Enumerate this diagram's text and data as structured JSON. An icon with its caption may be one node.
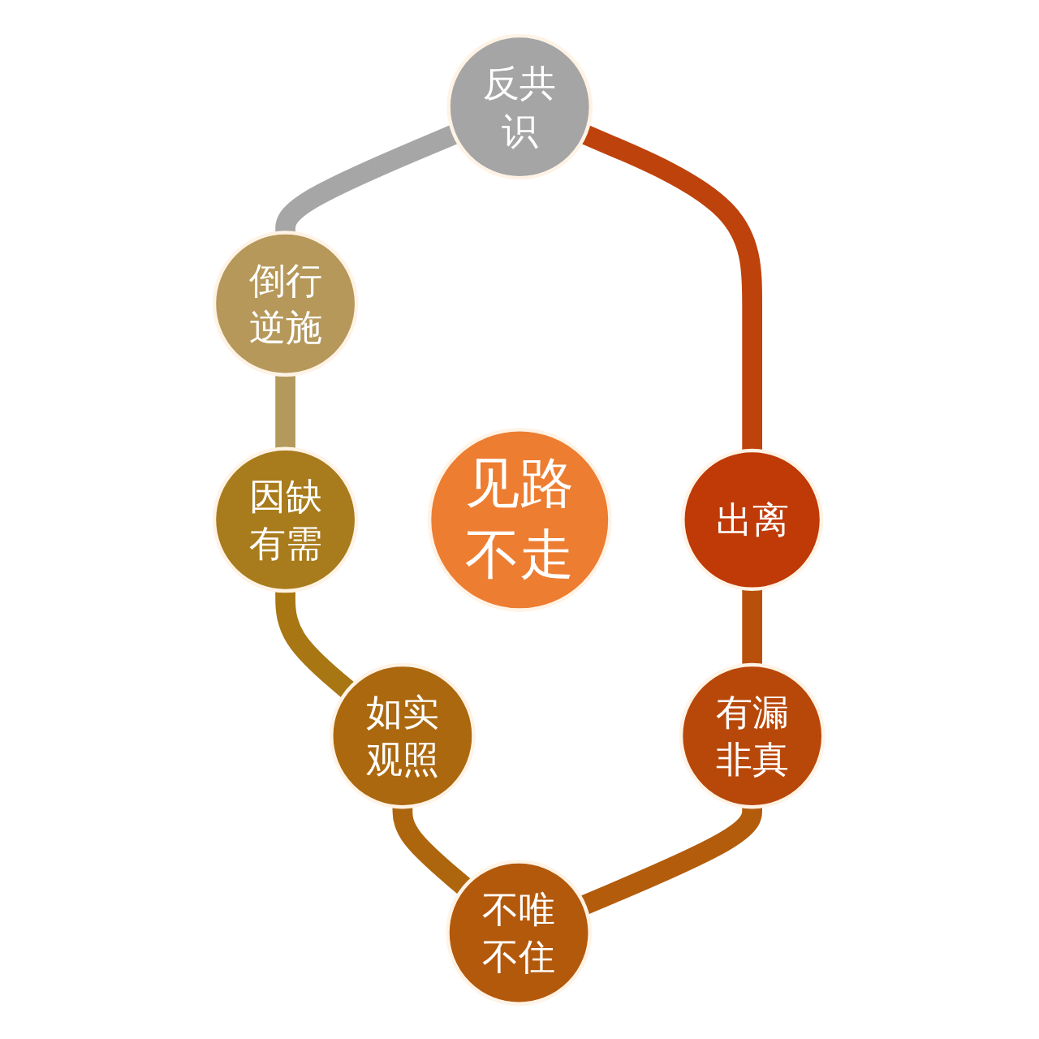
{
  "diagram": {
    "nodes": [
      {
        "text": [
          "见路不走"
        ]
      },
      {
        "text": [
          "反共识"
        ]
      },
      {
        "text": [
          "倒行逆施"
        ]
      },
      {
        "text": [
          "因缺有需"
        ]
      },
      {
        "text": [
          "如实观照"
        ]
      },
      {
        "text": [
          "不唯不住"
        ]
      },
      {
        "text": [
          "有漏非真"
        ]
      },
      {
        "text": [
          "出离"
        ]
      }
    ],
    "edges": [
      {
        "from": 1,
        "to": 2,
        "arrow": "none",
        "color": "#a6a6a6"
      },
      {
        "from": 2,
        "to": 3,
        "arrow": "none",
        "color": "#b39a5c"
      },
      {
        "from": 3,
        "to": 4,
        "arrow": "none",
        "color": "#a87612"
      },
      {
        "from": 4,
        "to": 5,
        "arrow": "none",
        "color": "#ae660e"
      },
      {
        "from": 6,
        "to": 5,
        "arrow": "none",
        "color": "#b25c0c"
      },
      {
        "from": 7,
        "to": 6,
        "arrow": "none",
        "color": "#b8500c"
      },
      {
        "from": 1,
        "to": 7,
        "arrow": "none",
        "color": "#be420c"
      }
    ]
  }
}
